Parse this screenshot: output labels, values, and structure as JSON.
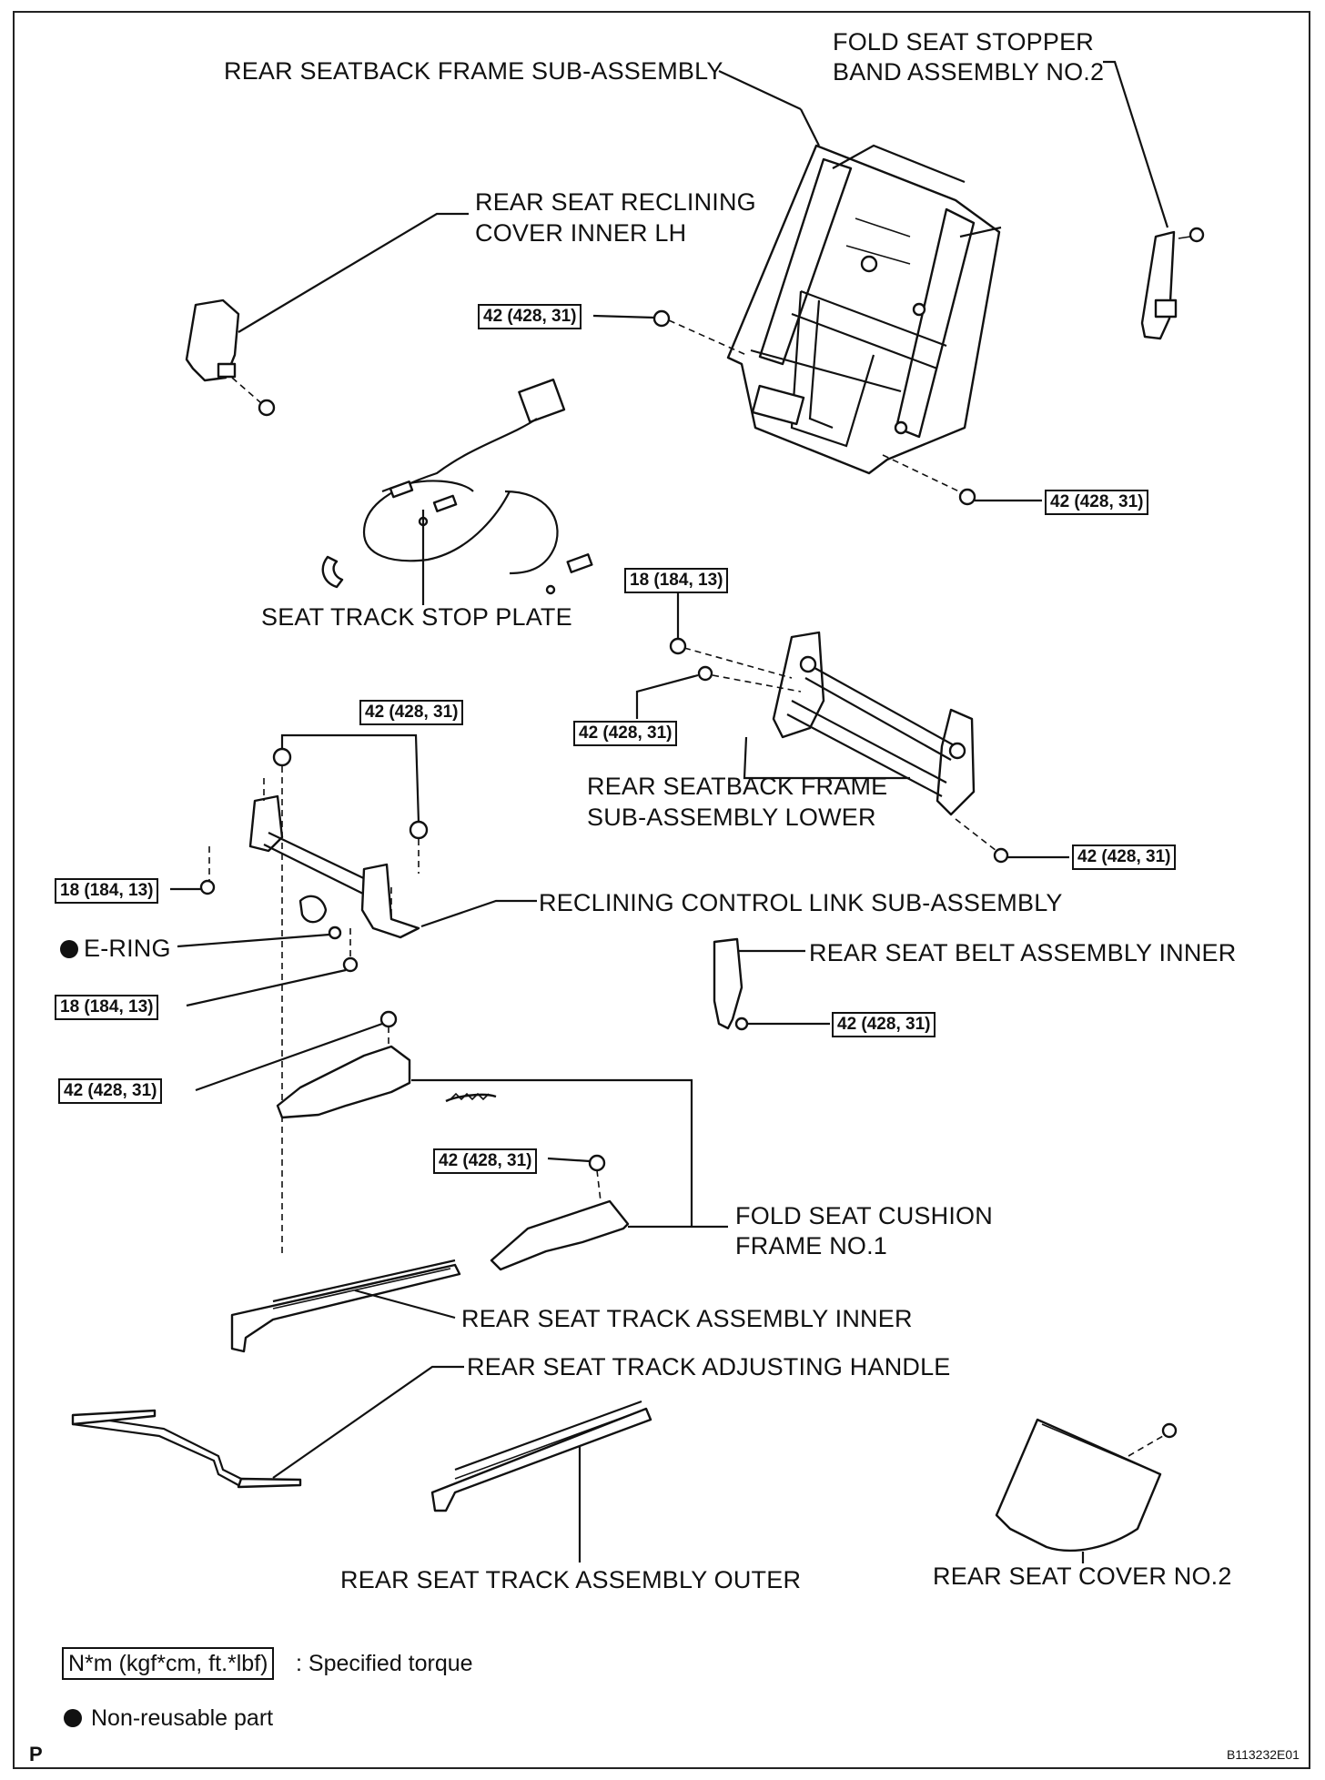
{
  "labels": {
    "rear_seatback_frame": "REAR SEATBACK FRAME SUB-ASSEMBLY",
    "fold_seat_stopper_1": "FOLD SEAT STOPPER",
    "fold_seat_stopper_2": "BAND ASSEMBLY NO.2",
    "reclining_cover_1": "REAR SEAT RECLINING",
    "reclining_cover_2": "COVER INNER LH",
    "seat_track_stop_plate": "SEAT TRACK STOP PLATE",
    "seatback_lower_1": "REAR SEATBACK FRAME",
    "seatback_lower_2": "SUB-ASSEMBLY LOWER",
    "reclining_control_link": "RECLINING CONTROL LINK SUB-ASSEMBLY",
    "e_ring": "E-RING",
    "rear_seat_belt_inner": "REAR SEAT BELT ASSEMBLY INNER",
    "fold_cushion_frame_1": "FOLD SEAT CUSHION",
    "fold_cushion_frame_2": "FRAME NO.1",
    "track_inner": "REAR SEAT TRACK ASSEMBLY INNER",
    "track_adjusting_handle": "REAR SEAT TRACK ADJUSTING HANDLE",
    "track_outer": "REAR SEAT TRACK ASSEMBLY OUTER",
    "seat_cover_no2": "REAR SEAT COVER NO.2"
  },
  "torque": {
    "t_42": "42 (428, 31)",
    "t_18": "18 (184, 13)"
  },
  "legend": {
    "torque_units": "N*m (kgf*cm, ft.*lbf)",
    "torque_desc": ": Specified torque",
    "non_reusable": "Non-reusable part"
  },
  "footer": {
    "section_mark": "P",
    "figure_id": "B113232E01"
  }
}
